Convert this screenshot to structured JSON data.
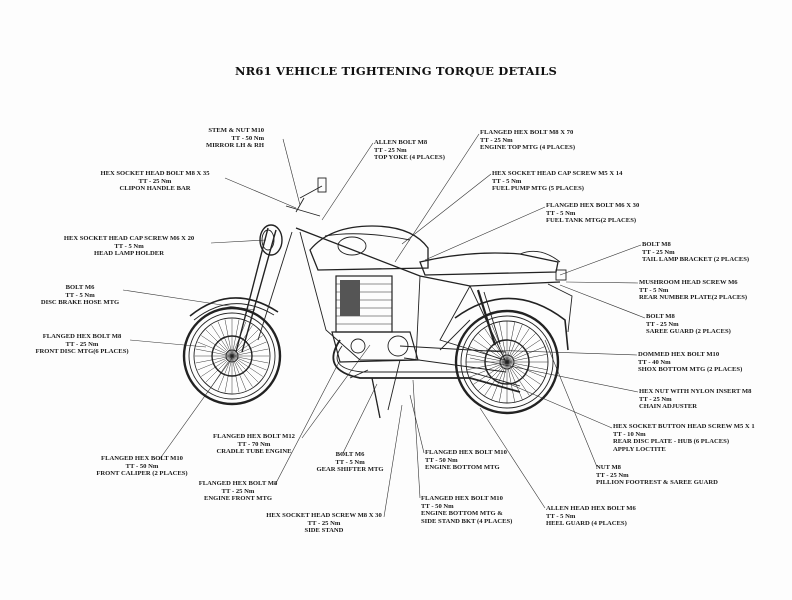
{
  "title": "NR61 VEHICLE TIGHTENING TORQUE DETAILS",
  "labels": {
    "stem_nut": [
      "STEM & NUT M10",
      "TT - 50 Nm",
      "MIRROR LH & RH"
    ],
    "allen_bolt_m8": [
      "ALLEN BOLT M8",
      "TT - 25 Nm",
      "TOP YOKE (4 PLACES)"
    ],
    "flanged_m8x70": [
      "FLANGED HEX BOLT M8 X 70",
      "TT - 25 Nm",
      "ENGINE TOP MTG (4 PLACES)"
    ],
    "hex_socket_m8x35": [
      "HEX SOCKET HEAD BOLT M8 X 35",
      "TT - 25 Nm",
      "CLIPON HANDLE BAR"
    ],
    "hex_cap_m5x14": [
      "HEX SOCKET HEAD CAP SCREW M5 X 14",
      "TT - 5 Nm",
      "FUEL PUMP MTG (5 PLACES)"
    ],
    "flanged_m6x30": [
      "FLANGED HEX BOLT M6 X 30",
      "TT - 5 Nm",
      "FUEL TANK MTG(2 PLACES)"
    ],
    "hex_cap_m6x20": [
      "HEX SOCKET HEAD CAP SCREW M6 X 20",
      "TT - 5 Nm",
      "HEAD LAMP HOLDER"
    ],
    "bolt_m8_tail": [
      "BOLT M8",
      "TT - 25 Nm",
      "TAIL LAMP BRACKET (2 PLACES)"
    ],
    "mushroom_m6": [
      "MUSHROOM HEAD SCREW M6",
      "TT - 5 Nm",
      "REAR NUMBER PLATE(2 PLACES)"
    ],
    "bolt_m6_disc": [
      "BOLT M6",
      "TT - 5 Nm",
      "DISC BRAKE HOSE MTG"
    ],
    "bolt_m8_saree": [
      "BOLT M8",
      "TT - 25 Nm",
      "SAREE GUARD (2 PLACES)"
    ],
    "flanged_m8_front": [
      "FLANGED HEX BOLT M8",
      "TT - 25 Nm",
      "FRONT DISC MTG(6 PLACES)"
    ],
    "dommed_m10": [
      "DOMMED HEX BOLT M10",
      "TT - 40 Nm",
      "SHOX BOTTOM  MTG (2 PLACES)"
    ],
    "hex_nut_m8": [
      "HEX NUT WITH NYLON INSERT M8",
      "TT - 25 Nm",
      "CHAIN ADJUSTER"
    ],
    "hex_button_m5": [
      "HEX SOCKET BUTTON HEAD SCREW M5 X 1",
      "TT - 10 Nm",
      "REAR DISC PLATE - HUB (6 PLACES)",
      "APPLY LOCTITE"
    ],
    "flanged_m12": [
      "FLANGED HEX BOLT M12",
      "TT - 70 Nm",
      "CRADLE TUBE ENGINE"
    ],
    "flanged_m10_front_caliper": [
      "FLANGED HEX BOLT M10",
      "TT - 50 Nm",
      "FRONT CALIPER (2 PLACES)"
    ],
    "bolt_m6_gear": [
      "BOLT M6",
      "TT - 5 Nm",
      "GEAR SHIFTER MTG"
    ],
    "flanged_m10_engine": [
      "FLANGED HEX BOLT M10",
      "TT - 50 Nm",
      "ENGINE BOTTOM MTG"
    ],
    "nut_m8": [
      "NUT M8",
      "TT - 25 Nm",
      "PILLION FOOTREST & SAREE GUARD"
    ],
    "flanged_m8_engine_front": [
      "FLANGED HEX BOLT M8",
      "TT - 25 Nm",
      "ENGINE FRONT MTG"
    ],
    "flanged_m10_side": [
      "FLANGED HEX BOLT M10",
      "TT - 50 Nm",
      "ENGINE BOTTOM MTG &",
      "SIDE STAND BKT (4 PLACES)"
    ],
    "allen_bolt_m6": [
      "ALLEN HEAD HEX BOLT M6",
      "TT - 5 Nm",
      "HEEL GUARD (4 PLACES)"
    ],
    "hex_screw_m8x30": [
      "HEX SOCKET HEAD SCREW M8 X 30",
      "TT - 25 Nm",
      "SIDE STAND"
    ]
  }
}
